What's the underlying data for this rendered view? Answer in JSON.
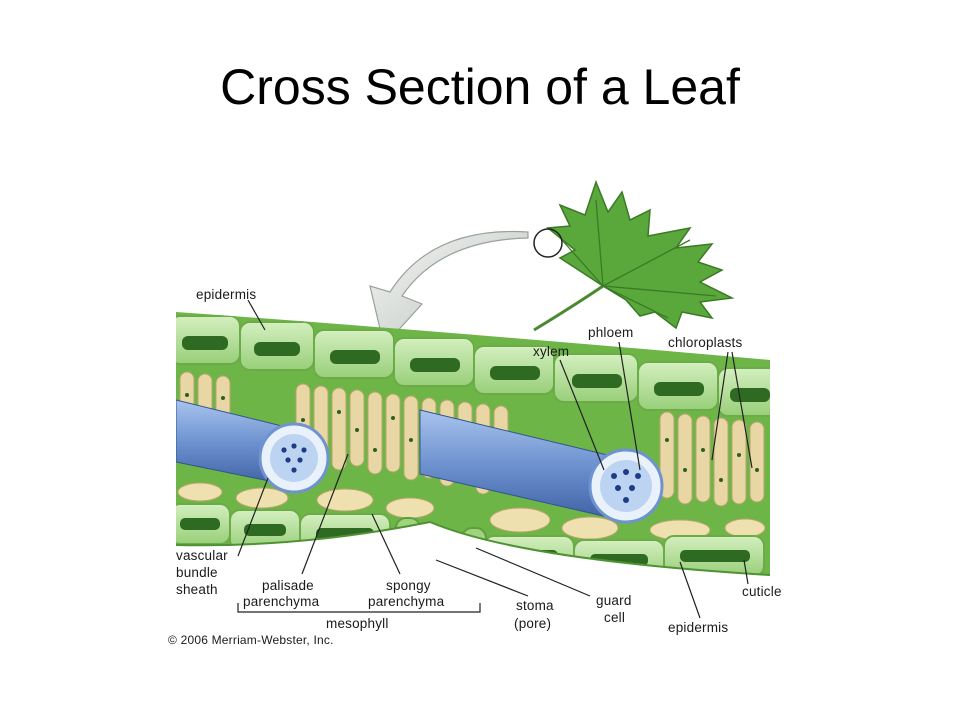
{
  "title": "Cross Section of a Leaf",
  "labels": {
    "epidermis_top": "epidermis",
    "xylem": "xylem",
    "phloem": "phloem",
    "chloroplasts": "chloroplasts",
    "vascular_bundle_sheath": [
      "vascular",
      "bundle",
      "sheath"
    ],
    "palisade_parenchyma": [
      "palisade",
      "parenchyma"
    ],
    "spongy_parenchyma": [
      "spongy",
      "parenchyma"
    ],
    "mesophyll": "mesophyll",
    "stoma": [
      "stoma",
      "(pore)"
    ],
    "guard_cell": [
      "guard",
      "cell"
    ],
    "cuticle": "cuticle",
    "epidermis_bottom": "epidermis"
  },
  "copyright": "© 2006 Merriam-Webster, Inc.",
  "colors": {
    "leaf_green": "#5aa83c",
    "epidermis_green": "#a9d98a",
    "palisade_tan": "#e8d7a4",
    "vascular_blue": "#7d9fd6",
    "arrow_gray": "#c8ccc8"
  }
}
